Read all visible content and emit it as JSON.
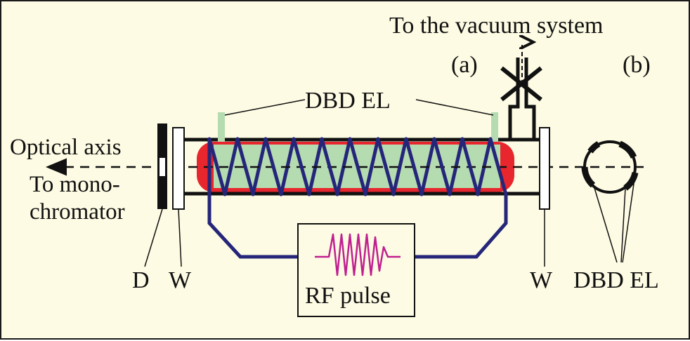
{
  "labels": {
    "vacuum": "To the vacuum system",
    "panel_a": "(a)",
    "panel_b": "(b)",
    "dbd_el_top": "DBD EL",
    "optical_axis": "Optical axis",
    "to_mono_1": "To mono-",
    "to_mono_2": "chromator",
    "d": "D",
    "w_left": "W",
    "rf_pulse": "RF pulse",
    "w_right": "W",
    "dbd_el_right": "DBD EL"
  },
  "colors": {
    "background": "#fdfbe3",
    "plasma": "#e8262d",
    "glass": "#b5dbb1",
    "electrode": "#b5dbb1",
    "coil": "#25267a",
    "rf_wave": "#c0208f",
    "line": "#111111"
  }
}
